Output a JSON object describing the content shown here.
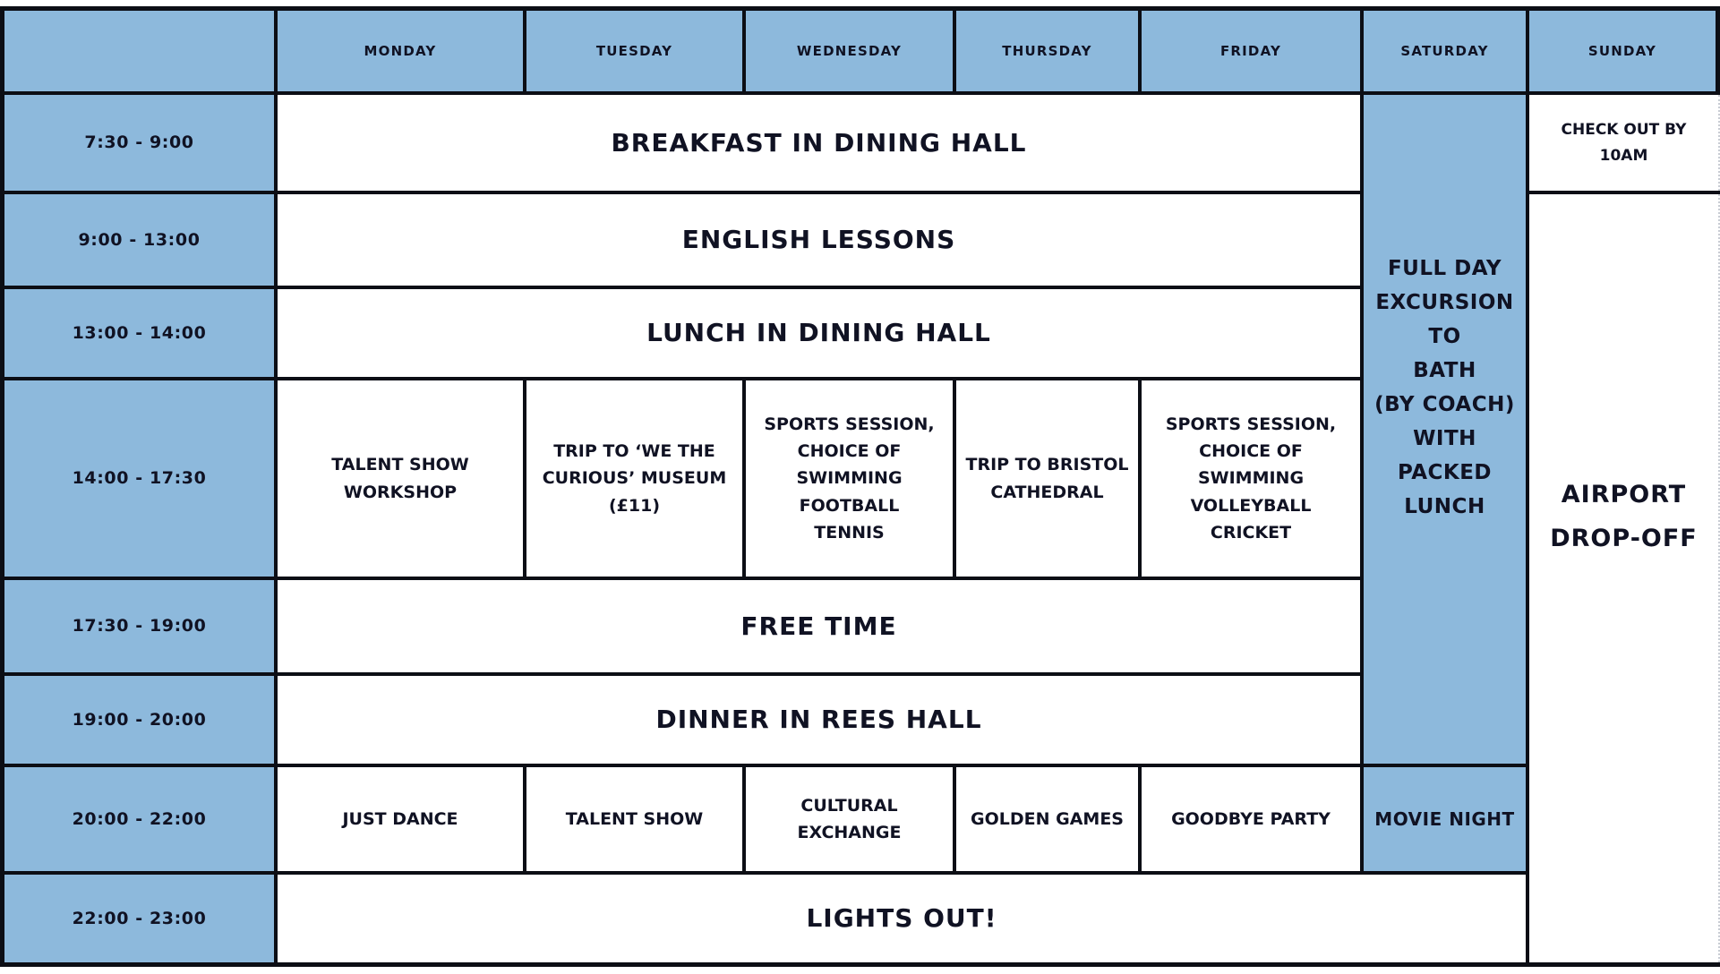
{
  "colors": {
    "cell_blue": "#8db9dc",
    "border_dark": "#0c0e15",
    "text_dark": "#101223",
    "dotted_edge": "#c9cdd4"
  },
  "schedule": {
    "days": [
      "MONDAY",
      "TUESDAY",
      "WEDNESDAY",
      "THURSDAY",
      "FRIDAY",
      "SATURDAY",
      "SUNDAY"
    ],
    "time_slots": [
      "7:30 - 9:00",
      "9:00 - 13:00",
      "13:00 - 14:00",
      "14:00 - 17:30",
      "17:30 - 19:00",
      "19:00 - 20:00",
      "20:00 - 22:00",
      "22:00 - 23:00"
    ],
    "blocks": {
      "breakfast": "BREAKFAST IN DINING HALL",
      "english_lessons": "ENGLISH LESSONS",
      "lunch": "LUNCH IN DINING HALL",
      "free_time": "FREE TIME",
      "dinner": "DINNER IN REES HALL",
      "lights_out": "LIGHTS OUT!"
    },
    "afternoon": {
      "monday": "TALENT SHOW\nWORKSHOP",
      "tuesday": "TRIP TO ‘WE THE\nCURIOUS’ MUSEUM\n(£11)",
      "wednesday": "SPORTS SESSION,\nCHOICE OF SWIMMING\nFOOTBALL\nTENNIS",
      "thursday": "TRIP TO BRISTOL\nCATHEDRAL",
      "friday": "SPORTS SESSION,\nCHOICE OF SWIMMING\nVOLLEYBALL\nCRICKET"
    },
    "evening": {
      "monday": "JUST DANCE",
      "tuesday": "TALENT SHOW",
      "wednesday": "CULTURAL\nEXCHANGE",
      "thursday": "GOLDEN GAMES",
      "friday": "GOODBYE PARTY",
      "saturday": "MOVIE NIGHT"
    },
    "saturday_full_day": "FULL DAY\nEXCURSION TO\nBATH\n(BY COACH)\nWITH PACKED\nLUNCH",
    "sunday": {
      "checkout": "CHECK OUT BY\n10AM",
      "airport": "AIRPORT\nDROP-OFF"
    }
  }
}
